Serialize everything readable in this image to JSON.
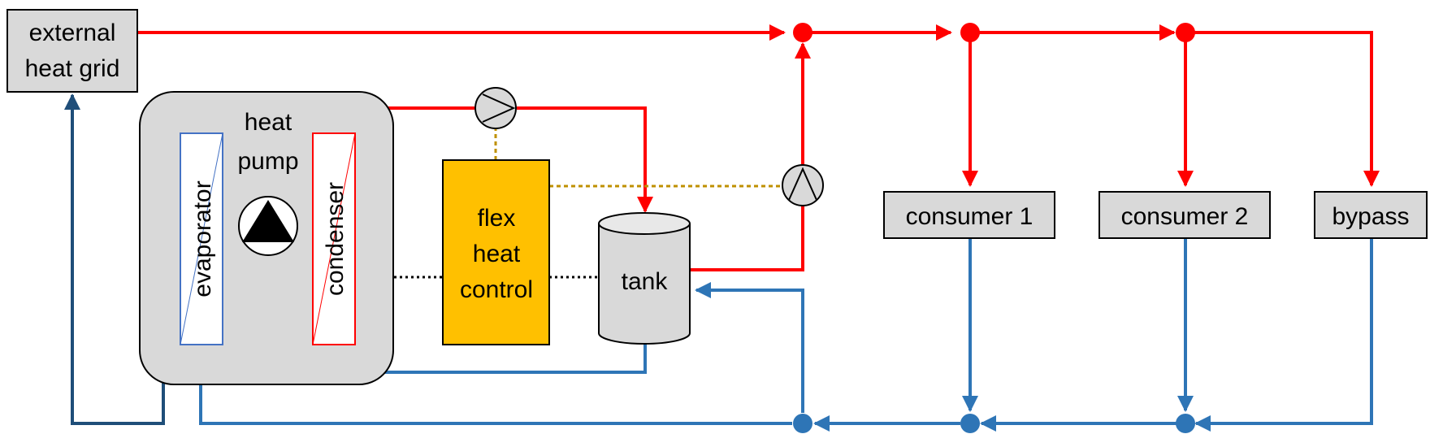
{
  "labels": {
    "external_line1": "external",
    "external_line2": "heat grid",
    "heat_pump_line1": "heat",
    "heat_pump_line2": "pump",
    "evaporator": "evaporator",
    "condenser": "condenser",
    "flex_line1": "flex",
    "flex_line2": "heat",
    "flex_line3": "control",
    "tank": "tank",
    "consumer1": "consumer 1",
    "consumer2": "consumer 2",
    "bypass": "bypass"
  },
  "colors": {
    "hot": "#ff0000",
    "return": "#2e75b6",
    "grid_return": "#1f4e79",
    "signal": "#bf9000",
    "control_fill": "#ffc000",
    "component_fill": "#d9d9d9",
    "evaporator_border": "#4472c4",
    "condenser_border": "#ff0000",
    "dotted_link": "#000000"
  },
  "icons": [
    "pump-symbol",
    "compressor-symbol",
    "junction-node",
    "arrowhead"
  ]
}
